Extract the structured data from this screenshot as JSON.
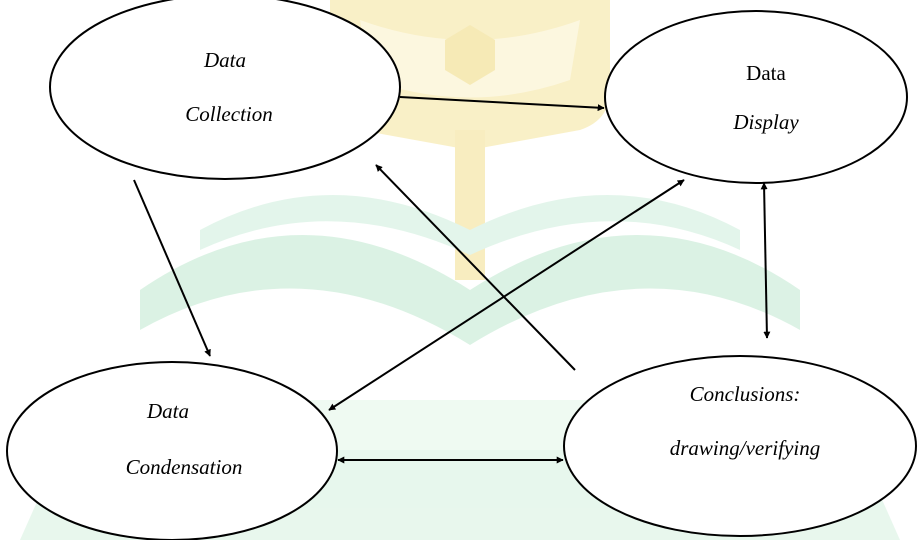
{
  "diagram": {
    "nodes": {
      "collection": {
        "line1": "Data",
        "line2": "Collection"
      },
      "display": {
        "line1": "Data",
        "line2": "Display"
      },
      "condensation": {
        "line1": "Data",
        "line2": "Condensation"
      },
      "conclusions": {
        "line1": "Conclusions:",
        "line2": "drawing/verifying"
      }
    },
    "edges": [
      {
        "from": "collection",
        "to": "display",
        "direction": "one-way"
      },
      {
        "from": "collection",
        "to": "condensation",
        "direction": "one-way"
      },
      {
        "from": "conclusions",
        "to": "collection",
        "direction": "one-way"
      },
      {
        "from": "display",
        "to": "condensation",
        "direction": "two-way"
      },
      {
        "from": "display",
        "to": "conclusions",
        "direction": "two-way"
      },
      {
        "from": "condensation",
        "to": "conclusions",
        "direction": "two-way"
      }
    ]
  },
  "colors": {
    "stroke": "#000000",
    "node_fill": "#ffffff",
    "watermark_gold": "#f5e49a",
    "watermark_green": "#bfe8cf"
  },
  "watermark": {
    "icon": "university-emblem-watermark"
  }
}
